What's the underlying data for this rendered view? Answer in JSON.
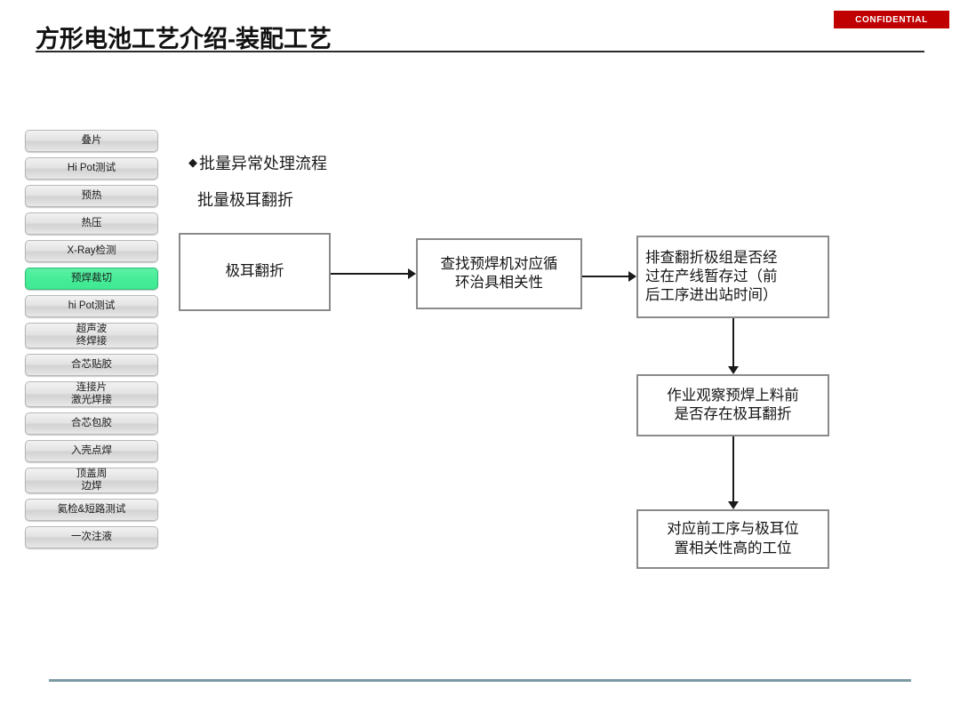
{
  "header": {
    "title": "方形电池工艺介绍-装配工艺",
    "confidential_label": "CONFIDENTIAL",
    "confidential_color": "#C00000",
    "rule_color": "#2b2b2b"
  },
  "sidebar": {
    "highlight_color": "#46EC98",
    "items": [
      {
        "label": "叠片",
        "lines": [
          "叠片"
        ],
        "active": false
      },
      {
        "label": "Hi Pot测试",
        "lines": [
          "Hi Pot测试"
        ],
        "active": false
      },
      {
        "label": "预热",
        "lines": [
          "预热"
        ],
        "active": false
      },
      {
        "label": "热压",
        "lines": [
          "热压"
        ],
        "active": false
      },
      {
        "label": "X-Ray检测",
        "lines": [
          "X-Ray检测"
        ],
        "active": false
      },
      {
        "label": "预焊裁切",
        "lines": [
          "预焊裁切"
        ],
        "active": true
      },
      {
        "label": "hi Pot测试",
        "lines": [
          "hi Pot测试"
        ],
        "active": false
      },
      {
        "label": "超声波终焊接",
        "lines": [
          "超声波",
          "终焊接"
        ],
        "active": false
      },
      {
        "label": "合芯贴胶",
        "lines": [
          "合芯贴胶"
        ],
        "active": false
      },
      {
        "label": "连接片激光焊接",
        "lines": [
          "连接片",
          "激光焊接"
        ],
        "active": false
      },
      {
        "label": "合芯包胶",
        "lines": [
          "合芯包胶"
        ],
        "active": false
      },
      {
        "label": "入壳点焊",
        "lines": [
          "入壳点焊"
        ],
        "active": false
      },
      {
        "label": "顶盖周边焊",
        "lines": [
          "顶盖周",
          "边焊"
        ],
        "active": false
      },
      {
        "label": "氦检&短路测试",
        "lines": [
          "氦检&短路测试"
        ],
        "active": false
      },
      {
        "label": "一次注液",
        "lines": [
          "一次注液"
        ],
        "active": false
      }
    ]
  },
  "content": {
    "bullet_glyph": "◆",
    "heading_primary": "批量异常处理流程",
    "heading_secondary": "批量极耳翻折",
    "flow": {
      "box_tab_fold": {
        "lines": [
          "极耳翻折"
        ]
      },
      "box_find_machine": {
        "lines": [
          "查找预焊机对应循",
          "环治具相关性"
        ]
      },
      "box_check_buffer": {
        "lines": [
          "排查翻折极组是否经",
          "过在产线暂存过（前",
          "后工序进出站时间）"
        ]
      },
      "box_observe": {
        "lines": [
          "作业观察预焊上料前",
          "是否存在极耳翻折"
        ]
      },
      "box_station": {
        "lines": [
          "对应前工序与极耳位",
          "置相关性高的工位"
        ]
      }
    },
    "connectors": [
      {
        "from": "box_tab_fold",
        "to": "box_find_machine",
        "direction": "right"
      },
      {
        "from": "box_find_machine",
        "to": "box_check_buffer",
        "direction": "right"
      },
      {
        "from": "box_check_buffer",
        "to": "box_observe",
        "direction": "down"
      },
      {
        "from": "box_observe",
        "to": "box_station",
        "direction": "down"
      }
    ]
  },
  "footer": {
    "rule_color": "#7c99a6"
  }
}
